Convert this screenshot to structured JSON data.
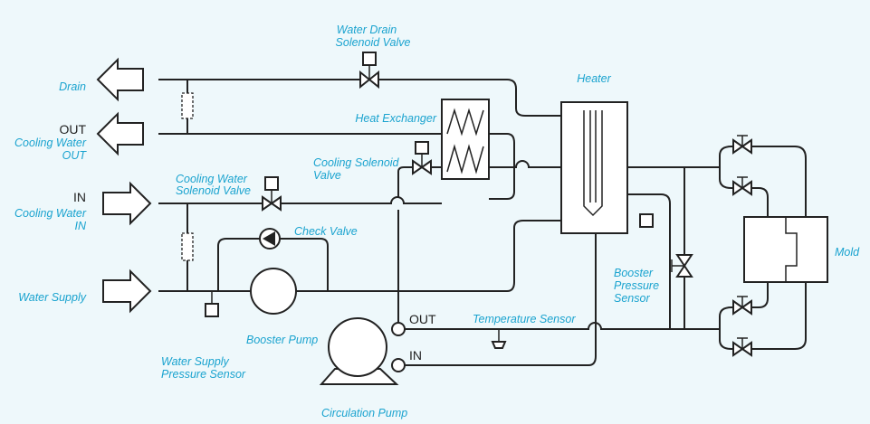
{
  "labels": {
    "drain": "Drain",
    "out": "OUT",
    "cooling_water_out_1": "Cooling Water",
    "cooling_water_out_2": "OUT",
    "in": "IN",
    "cooling_water_in_1": "Cooling Water",
    "cooling_water_in_2": "IN",
    "water_supply": "Water Supply",
    "water_drain_sv_1": "Water Drain",
    "water_drain_sv_2": "Solenoid Valve",
    "heat_exchanger": "Heat Exchanger",
    "heater": "Heater",
    "cooling_solenoid_1": "Cooling Solenoid",
    "cooling_solenoid_2": "Valve",
    "cooling_water_sv_1": "Cooling Water",
    "cooling_water_sv_2": "Solenoid Valve",
    "check_valve": "Check Valve",
    "booster_pump": "Booster Pump",
    "water_supply_ps_1": "Water Supply",
    "water_supply_ps_2": "Pressure Sensor",
    "pump_out": "OUT",
    "pump_in": "IN",
    "temperature_sensor": "Temperature Sensor",
    "booster_ps_1": "Booster",
    "booster_ps_2": "Pressure",
    "booster_ps_3": "Sensor",
    "circulation_pump": "Circulation Pump",
    "mold": "Mold"
  },
  "colors": {
    "background": "#eef8fb",
    "label": "#1aa3cf",
    "line": "#222222",
    "fill": "#ffffff"
  }
}
